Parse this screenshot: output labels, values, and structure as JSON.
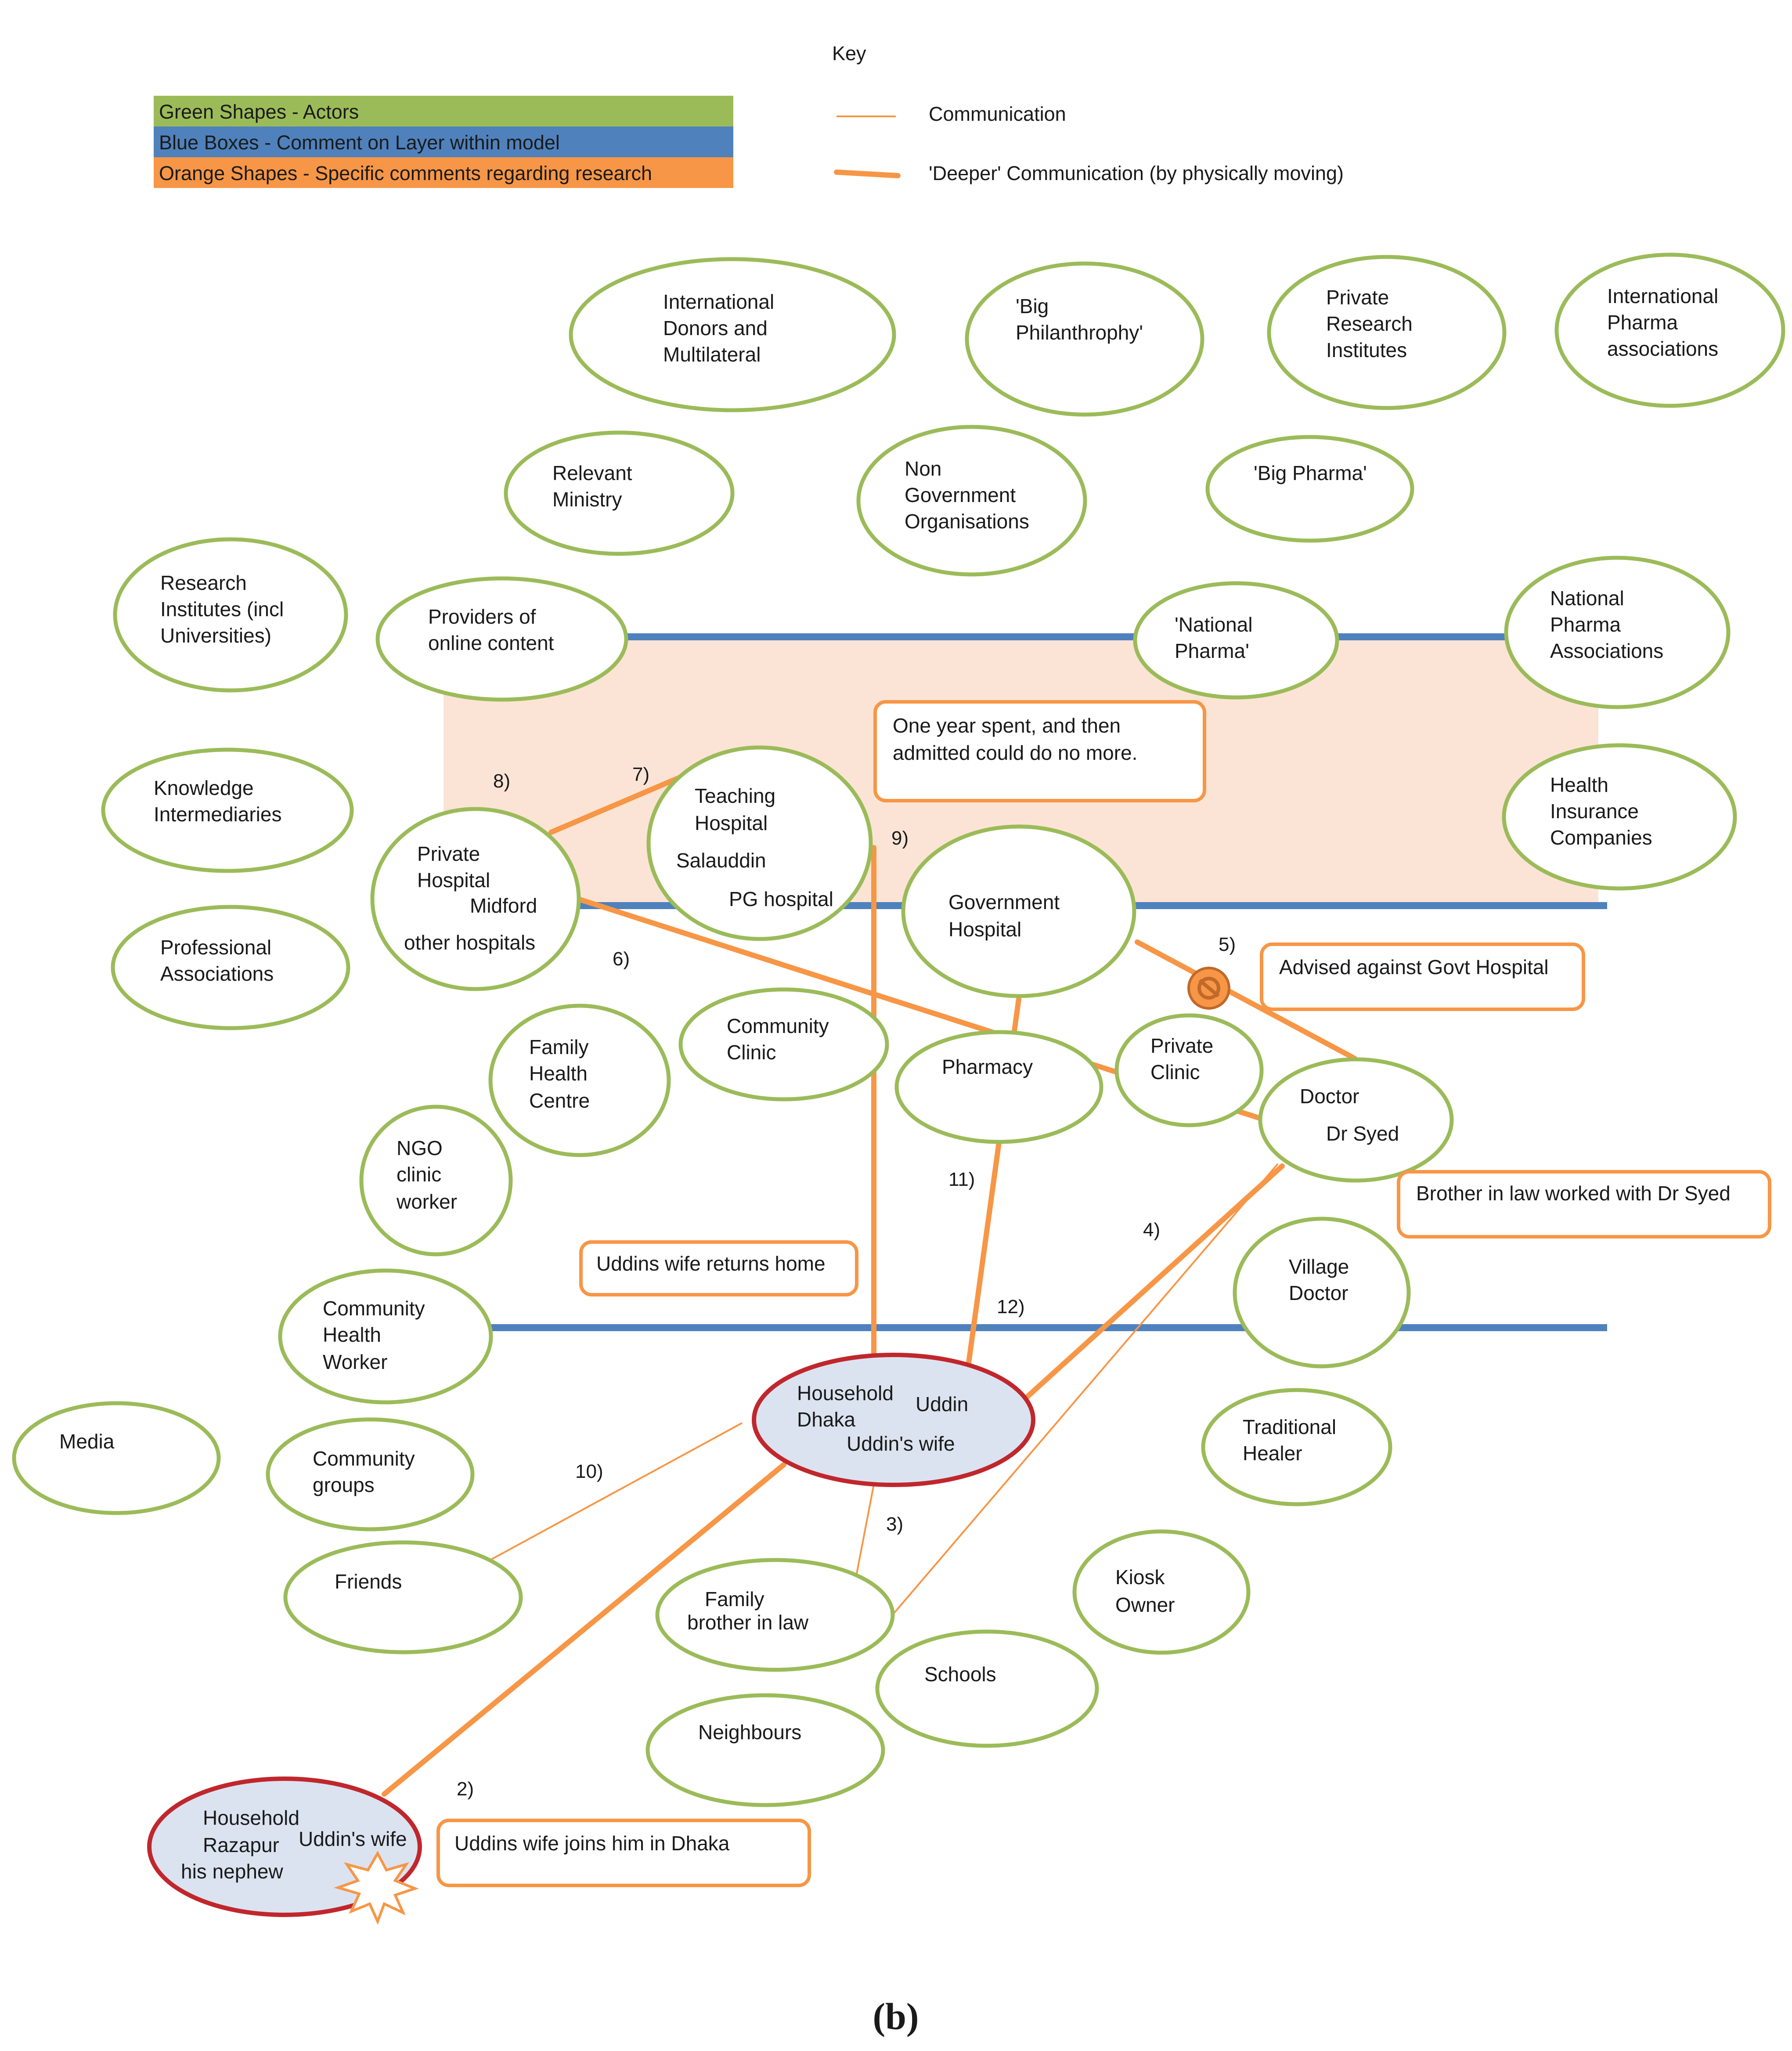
{
  "key": {
    "title": "Key",
    "communication": "Communication",
    "deeper": "'Deeper' Communication (by physically moving)"
  },
  "legend": {
    "green": "Green Shapes - Actors",
    "blue": "Blue Boxes - Comment on Layer within model",
    "orange": "Orange Shapes - Specific comments regarding research"
  },
  "colors": {
    "green": "#9bbb59",
    "blue": "#4f81bd",
    "orange": "#f79646",
    "band": "#fbe4d5",
    "household_border": "#c0272d",
    "household_fill": "#dbe3f0"
  },
  "actors": {
    "intl_donors": [
      "International",
      "Donors and",
      "Multilateral"
    ],
    "big_phil": [
      "'Big",
      "Philanthrophy'"
    ],
    "priv_research": [
      "Private",
      "Research",
      "Institutes"
    ],
    "intl_pharma": [
      "International",
      "Pharma",
      "associations"
    ],
    "ministry": [
      "Relevant",
      "Ministry"
    ],
    "ngo": [
      "Non",
      "Government",
      "Organisations"
    ],
    "big_pharma": [
      "'Big Pharma'"
    ],
    "research_inst": [
      "Research",
      "Institutes (incl",
      "Universities)"
    ],
    "online": [
      "Providers of",
      "online content"
    ],
    "natl_pharma": [
      "'National",
      "Pharma'"
    ],
    "natl_pharma_assoc": [
      "National",
      "Pharma",
      "Associations"
    ],
    "knowledge": [
      "Knowledge",
      "Intermediaries"
    ],
    "health_ins": [
      "Health",
      "Insurance",
      "Companies"
    ],
    "private_hosp": [
      "Private",
      "Hospital",
      "Midford",
      "other hospitals"
    ],
    "teaching_hosp": [
      "Teaching",
      "Hospital",
      "Salauddin",
      "PG hospital"
    ],
    "govt_hosp": [
      "Government",
      "Hospital"
    ],
    "professional": [
      "Professional",
      "Associations"
    ],
    "family_health": [
      "Family",
      "Health",
      "Centre"
    ],
    "community_clinic": [
      "Community",
      "Clinic"
    ],
    "pharmacy": [
      "Pharmacy"
    ],
    "private_clinic": [
      "Private",
      "Clinic"
    ],
    "doctor": [
      "Doctor",
      "Dr Syed"
    ],
    "ngo_worker": [
      "NGO",
      "clinic",
      "worker"
    ],
    "village_doctor": [
      "Village",
      "Doctor"
    ],
    "chw": [
      "Community",
      "Health",
      "Worker"
    ],
    "household_dhaka": [
      "Household",
      "Dhaka",
      "Uddin",
      "Uddin's wife"
    ],
    "media": [
      "Media"
    ],
    "community_groups": [
      "Community",
      "groups"
    ],
    "traditional_healer": [
      "Traditional",
      "Healer"
    ],
    "friends": [
      "Friends"
    ],
    "family": [
      "Family",
      "brother in law"
    ],
    "kiosk": [
      "Kiosk",
      "Owner"
    ],
    "schools": [
      "Schools"
    ],
    "neighbours": [
      "Neighbours"
    ],
    "household_razapur": [
      "Household",
      "Razapur",
      "Uddin's wife",
      "his nephew"
    ]
  },
  "annotations": {
    "one_year": [
      "One year spent, and then",
      "admitted could do no more."
    ],
    "advised": "Advised against Govt Hospital",
    "brother": "Brother in law worked with Dr Syed",
    "returns": "Uddins wife returns home",
    "joins": "Uddins wife joins him in Dhaka"
  },
  "steps": [
    "2)",
    "3)",
    "4)",
    "5)",
    "6)",
    "7)",
    "8)",
    "9)",
    "10)",
    "11)",
    "12)"
  ],
  "caption": "(b)"
}
